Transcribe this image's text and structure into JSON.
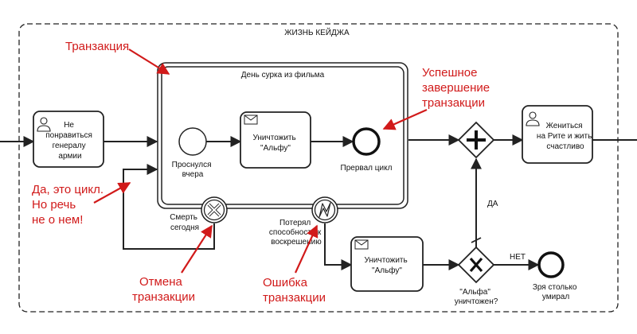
{
  "pool_title": "ЖИЗНЬ КЕЙДЖА",
  "transaction_title": "День сурка из фильма",
  "tasks": {
    "not_liked": [
      "Не",
      "понравиться",
      "генералу",
      "армии"
    ],
    "destroy_inner": [
      "Уничтожить",
      "\"Альфу\""
    ],
    "destroy_outer": [
      "Уничтожить",
      "\"Альфу\""
    ],
    "marry": [
      "Жениться",
      "на Рите и жить",
      "счастливо"
    ]
  },
  "events": {
    "woke_up": [
      "Проснулся",
      "вчера"
    ],
    "broke_cycle": "Прервал цикл",
    "died_today": [
      "Смерть",
      "сегодня"
    ],
    "lost_ability": [
      "Потерял",
      "способность к",
      "воскрешению"
    ],
    "wasted": [
      "Зря столько",
      "умирал"
    ]
  },
  "gateway": {
    "question": [
      "\"Альфа\"",
      "уничтожен?"
    ],
    "yes": "ДА",
    "no": "НЕТ"
  },
  "annotations": {
    "transaction": "Транзакция",
    "success": [
      "Успешное",
      "завершение",
      "транзакции"
    ],
    "loop": [
      "Да, это цикл.",
      "Но речь",
      "не о нем!"
    ],
    "cancel": [
      "Отмена",
      "транзакции"
    ],
    "error": [
      "Ошибка",
      "транзакции"
    ]
  },
  "colors": {
    "annotation": "#d11a1a",
    "stroke": "#222222"
  },
  "icons": [
    "user-icon",
    "send-message-icon",
    "cancel-event-icon",
    "error-event-icon",
    "parallel-gateway-icon",
    "exclusive-gateway-icon"
  ]
}
